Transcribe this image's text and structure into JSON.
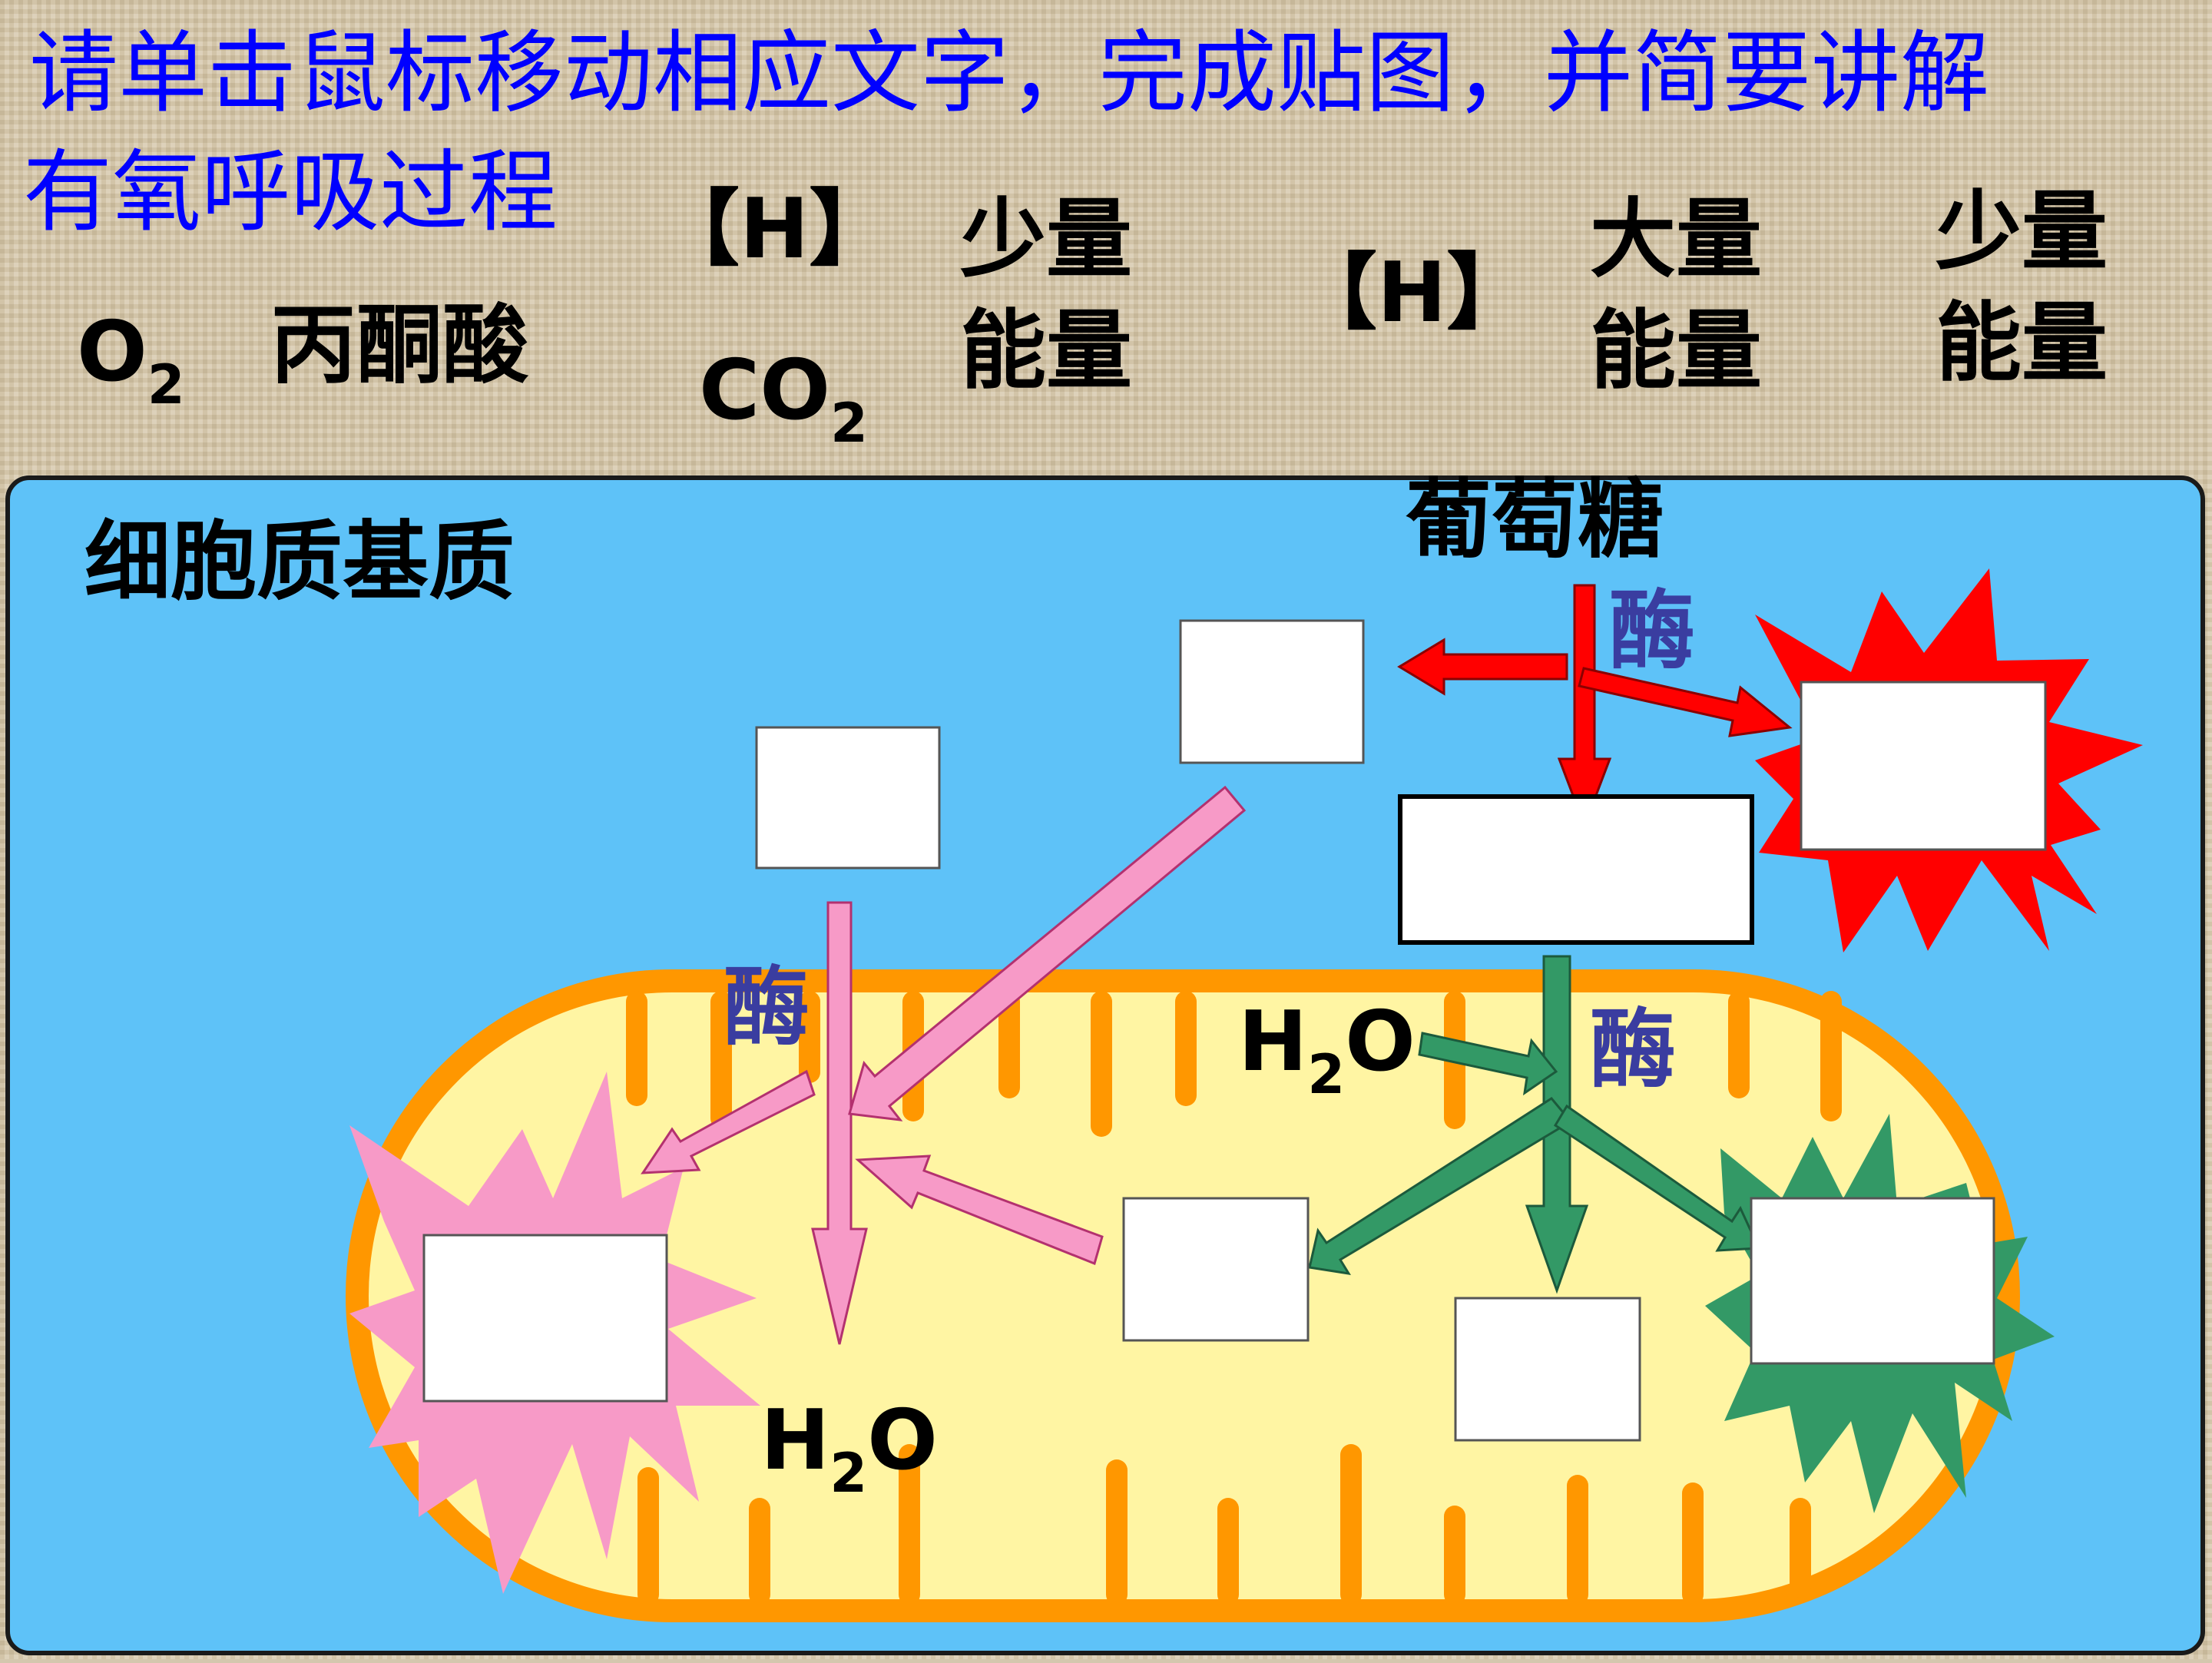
{
  "instruction": {
    "line1": "请单击鼠标移动相应文字，完成贴图，并简要讲解",
    "line2": "有氧呼吸过程"
  },
  "labels": {
    "o2": "O",
    "o2_sub": "2",
    "pyruvate": "丙酮酸",
    "h_bracket_1": "【H】",
    "co2": "CO",
    "co2_sub": "2",
    "small_energy_1_a": "少量",
    "small_energy_1_b": "能量",
    "h_bracket_2": "【H】",
    "large_energy_a": "大量",
    "large_energy_b": "能量",
    "small_energy_2_a": "少量",
    "small_energy_2_b": "能量"
  },
  "cell": {
    "region_label": "细胞质基质",
    "glucose": "葡萄糖",
    "enzyme_1": "酶",
    "enzyme_2": "酶",
    "enzyme_3": "酶",
    "h2o_input": "H",
    "h2o_input_sub": "2",
    "h2o_input_o": "O",
    "h2o_output": "H",
    "h2o_output_sub": "2",
    "h2o_output_o": "O"
  },
  "colors": {
    "cytoplasm": "#5ec2f8",
    "mito_outer": "#ff9700",
    "mito_inner": "#fff5a3",
    "arrow_red": "#ff0000",
    "arrow_pink": "#f79ac7",
    "arrow_green": "#339966",
    "instruction_text": "#0000ff"
  }
}
